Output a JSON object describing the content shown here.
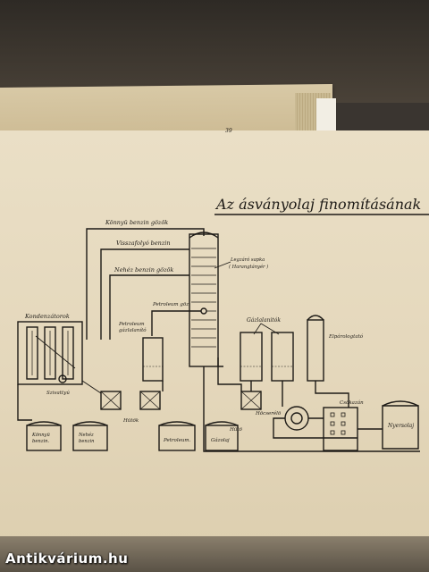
{
  "title": "Az ásványolaj finomításának",
  "page_mark": "39",
  "watermark": "Antikvárium.hu",
  "labels": {
    "konnyu_benzin_gozok": "Könnyü benzin gözök",
    "visszafolyo_benzin": "Visszafolyó benzin",
    "nehez_benzin_gozok": "Nehéz benzin gözök",
    "legzaro_sapka": "Legzáró sapka",
    "harangtanyer": "( Harangtányér )",
    "petroleum_goz": "Petroleum göz",
    "kondenzatorok": "Kondenzátorok",
    "petroleum_gazlalanito": "Petroleum gázlalanító",
    "gazlalanitok": "Gázlalanitók",
    "elparologtato": "Elpárologtató",
    "szivattyu": "Szivattyú",
    "hutok": "Hütök",
    "huto": "Hütö",
    "hocserelo": "Höcserélö",
    "csokazan": "Csökazán",
    "nyersolaj": "Nyersolaj",
    "konnyu_benzin_tank": "Könnyü benzin.",
    "nehez_benzin_tank": "Nehéz benzin",
    "petroleum": "Petroleum.",
    "gazolaj": "Gázolaj"
  },
  "colors": {
    "ink": "#1d1a16",
    "paper": "#e6dac0"
  }
}
